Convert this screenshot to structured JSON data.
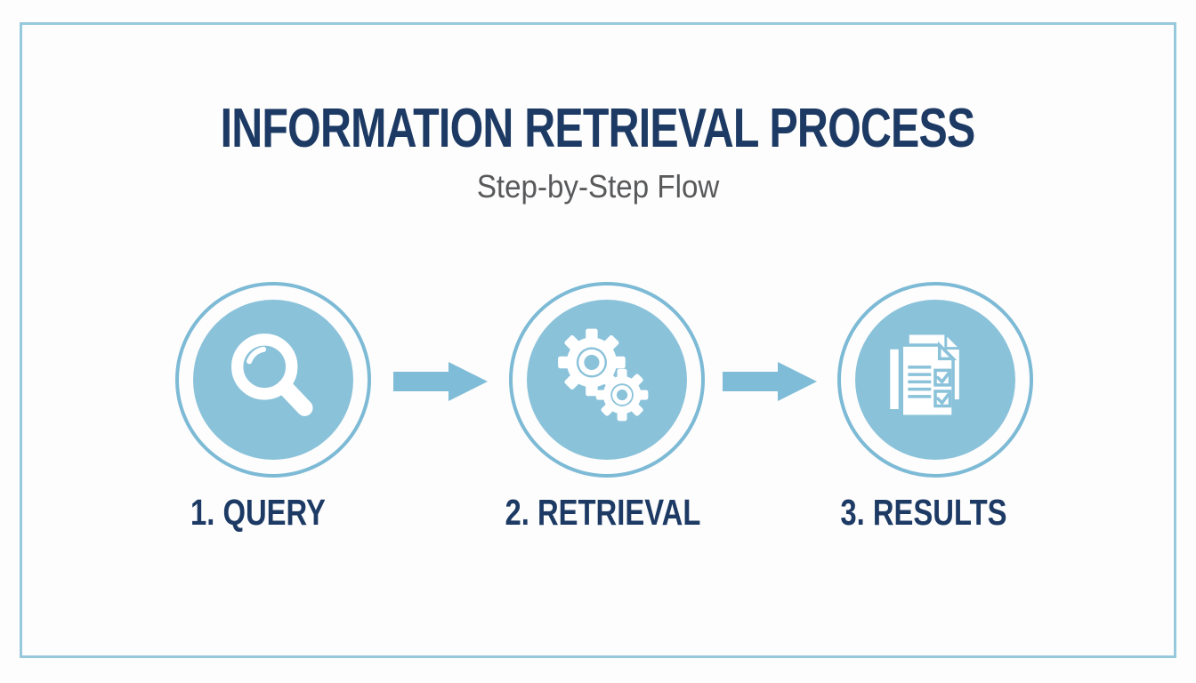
{
  "diagram": {
    "title": "INFORMATION RETRIEVAL PROCESS",
    "subtitle": "Step-by-Step Flow",
    "steps": [
      {
        "id": "query",
        "label": "1. QUERY",
        "icon": "magnifier-icon"
      },
      {
        "id": "retrieval",
        "label": "2. RETRIEVAL",
        "icon": "gears-icon"
      },
      {
        "id": "results",
        "label": "3. RESULTS",
        "icon": "documents-icon"
      }
    ],
    "colors": {
      "icon_fill_blue": "#8ac2da",
      "ring_blue": "#7dbad5",
      "arrow_blue": "#7fbcd7",
      "frame_blue": "#97c9dc",
      "title_navy": "#1d3a64",
      "subtitle_gray": "#58595b",
      "background": "#fdfdfd"
    }
  }
}
